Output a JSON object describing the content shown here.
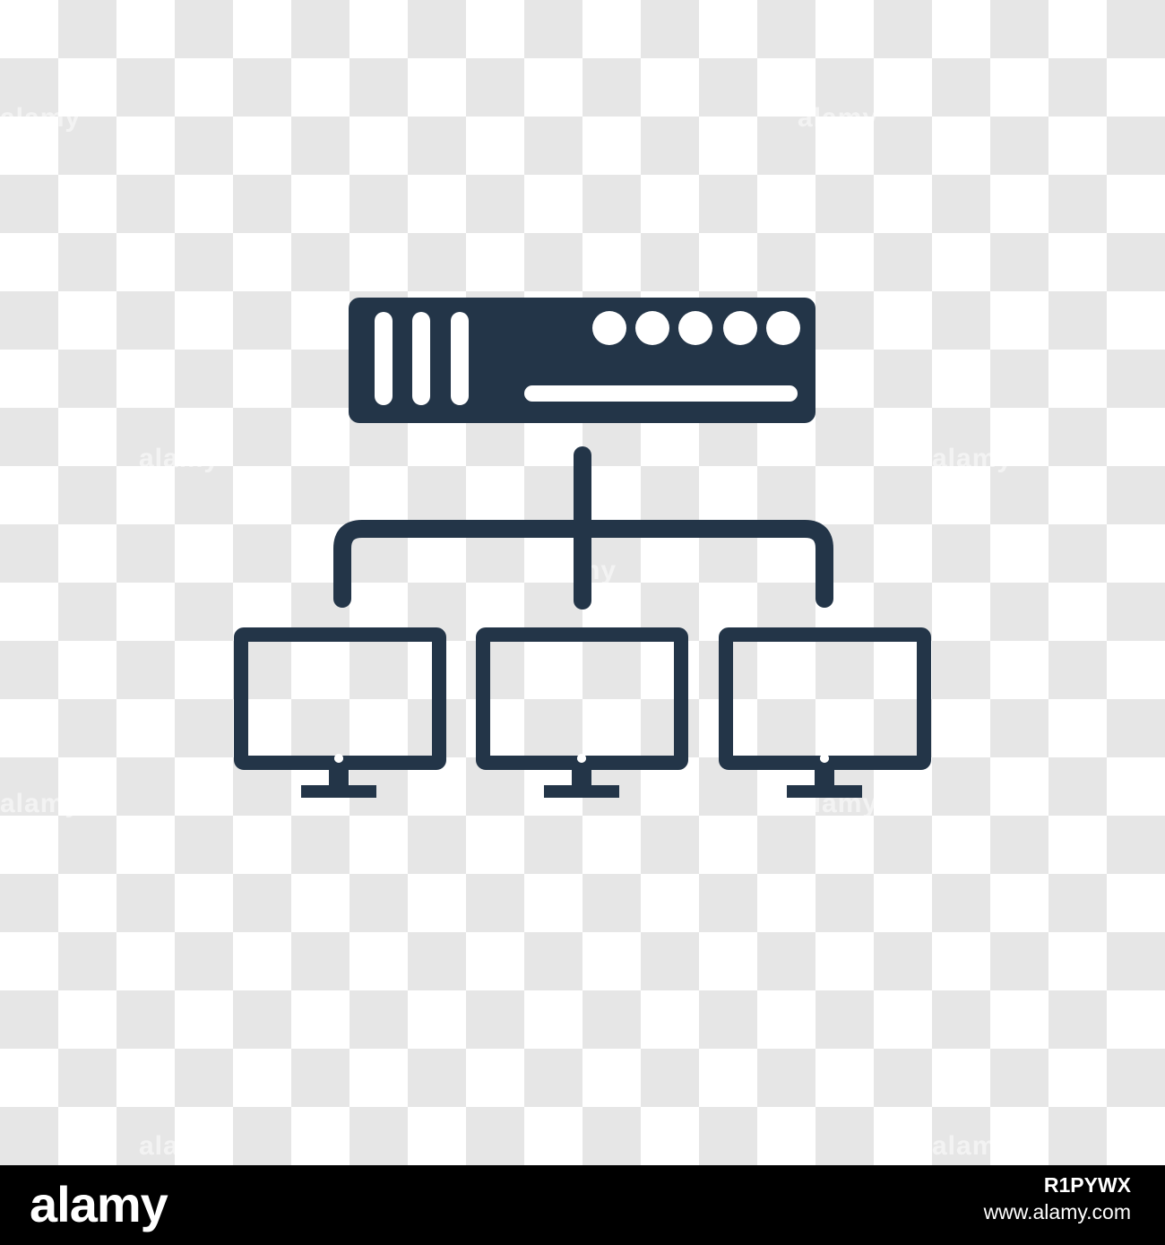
{
  "colors": {
    "icon": "#233548",
    "checker_light": "#ffffff",
    "checker_dark": "#e6e6e6",
    "footer_background": "#000000",
    "footer_text": "#ffffff"
  },
  "icon": {
    "name": "network-server-icon",
    "server_status_lights": 5,
    "server_drive_slots": 3,
    "connected_monitors": 3
  },
  "watermark": {
    "text": "alamy",
    "letter_mark": "a"
  },
  "footer": {
    "logo_text": "alamy",
    "image_id": "R1PYWX",
    "url": "www.alamy.com"
  }
}
